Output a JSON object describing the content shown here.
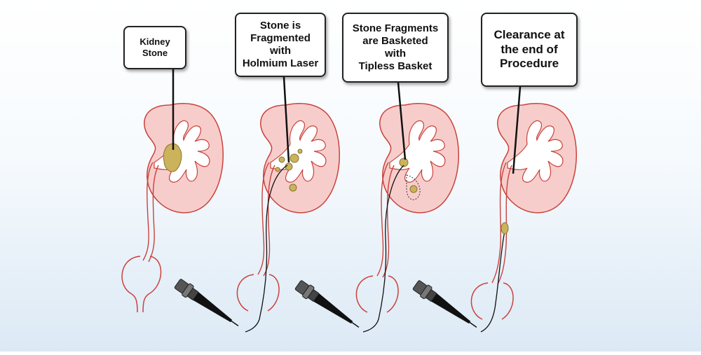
{
  "steps": [
    {
      "label": "Kidney\nStone"
    },
    {
      "label": "Stone is\nFragmented\nwith\nHolmium Laser"
    },
    {
      "label": "Stone Fragments\nare Basketed\nwith\nTipless Basket"
    },
    {
      "label": "Clearance at\nthe end of\nProcedure"
    }
  ],
  "colors": {
    "kidney_fill": "#f7cdcb",
    "kidney_outline": "#c9423c",
    "stone": "#cbb35c",
    "scope": "#222222",
    "callout_border": "#222222"
  }
}
